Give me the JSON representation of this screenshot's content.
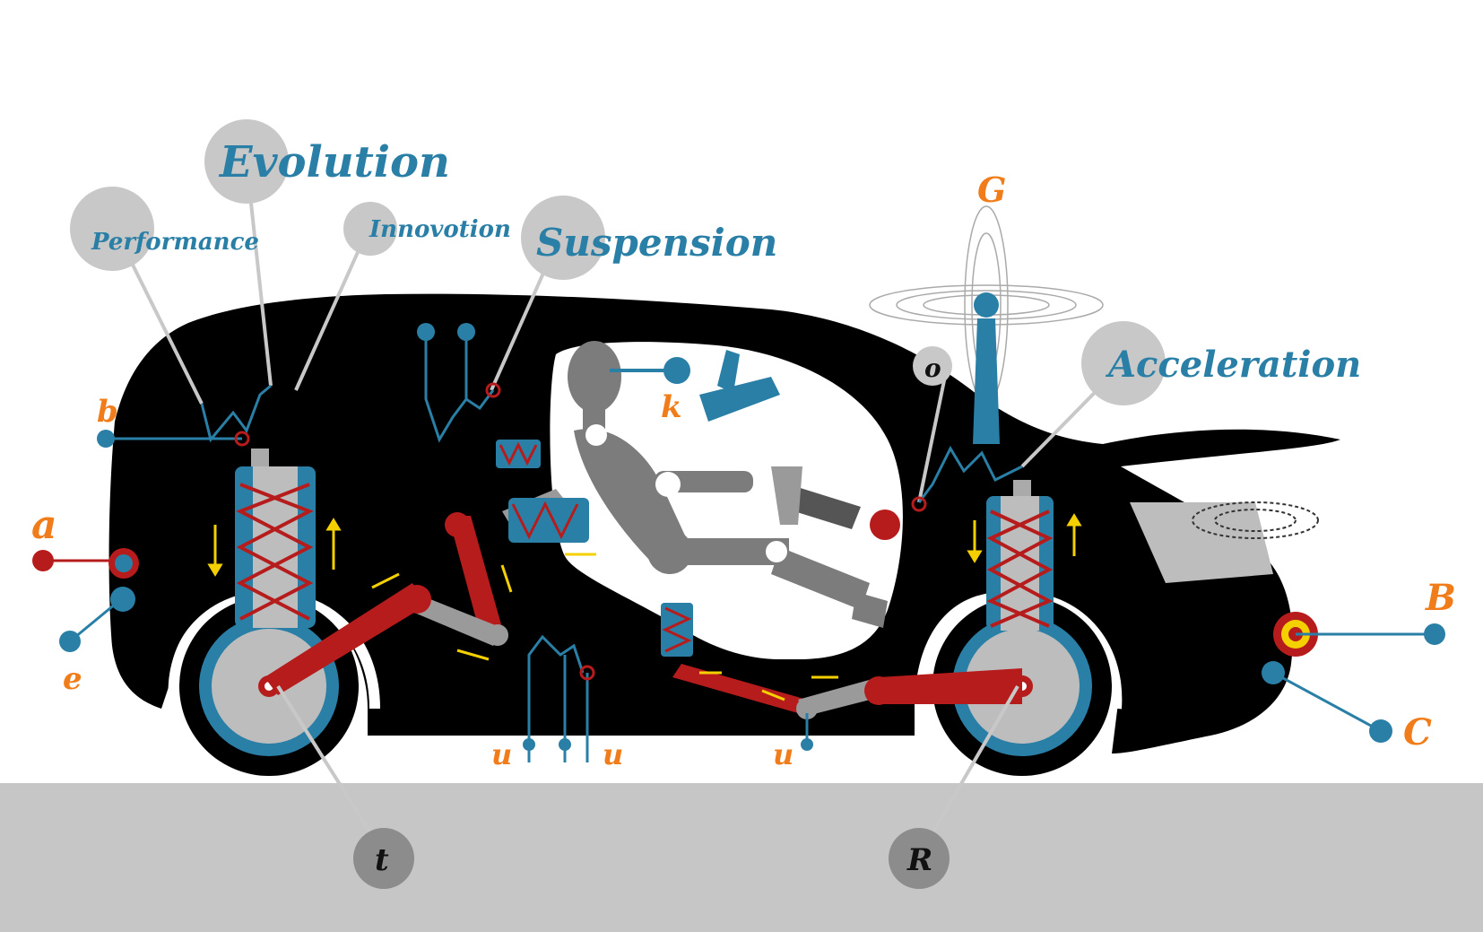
{
  "colors": {
    "car_body": "#000000",
    "accent_blue": "#2a7fa6",
    "accent_red": "#b71c1c",
    "accent_orange": "#f07d1a",
    "accent_yellow": "#f5d000",
    "callout_gray": "#c8c8c8",
    "road_gray": "#c6c6c6",
    "figure_gray": "#7c7c7c"
  },
  "titles": {
    "performance": "Performance",
    "evolution": "Evolution",
    "innovation": "Innovotion",
    "suspension": "Suspension",
    "acceleration": "Acceleration"
  },
  "letters": {
    "a": "a",
    "b_upper": "B",
    "b_lower": "b",
    "c": "C",
    "e": "e",
    "g": "G",
    "k": "k",
    "o": "o",
    "u1": "u",
    "u2": "u",
    "u3": "u",
    "t": "t",
    "r": "R"
  }
}
